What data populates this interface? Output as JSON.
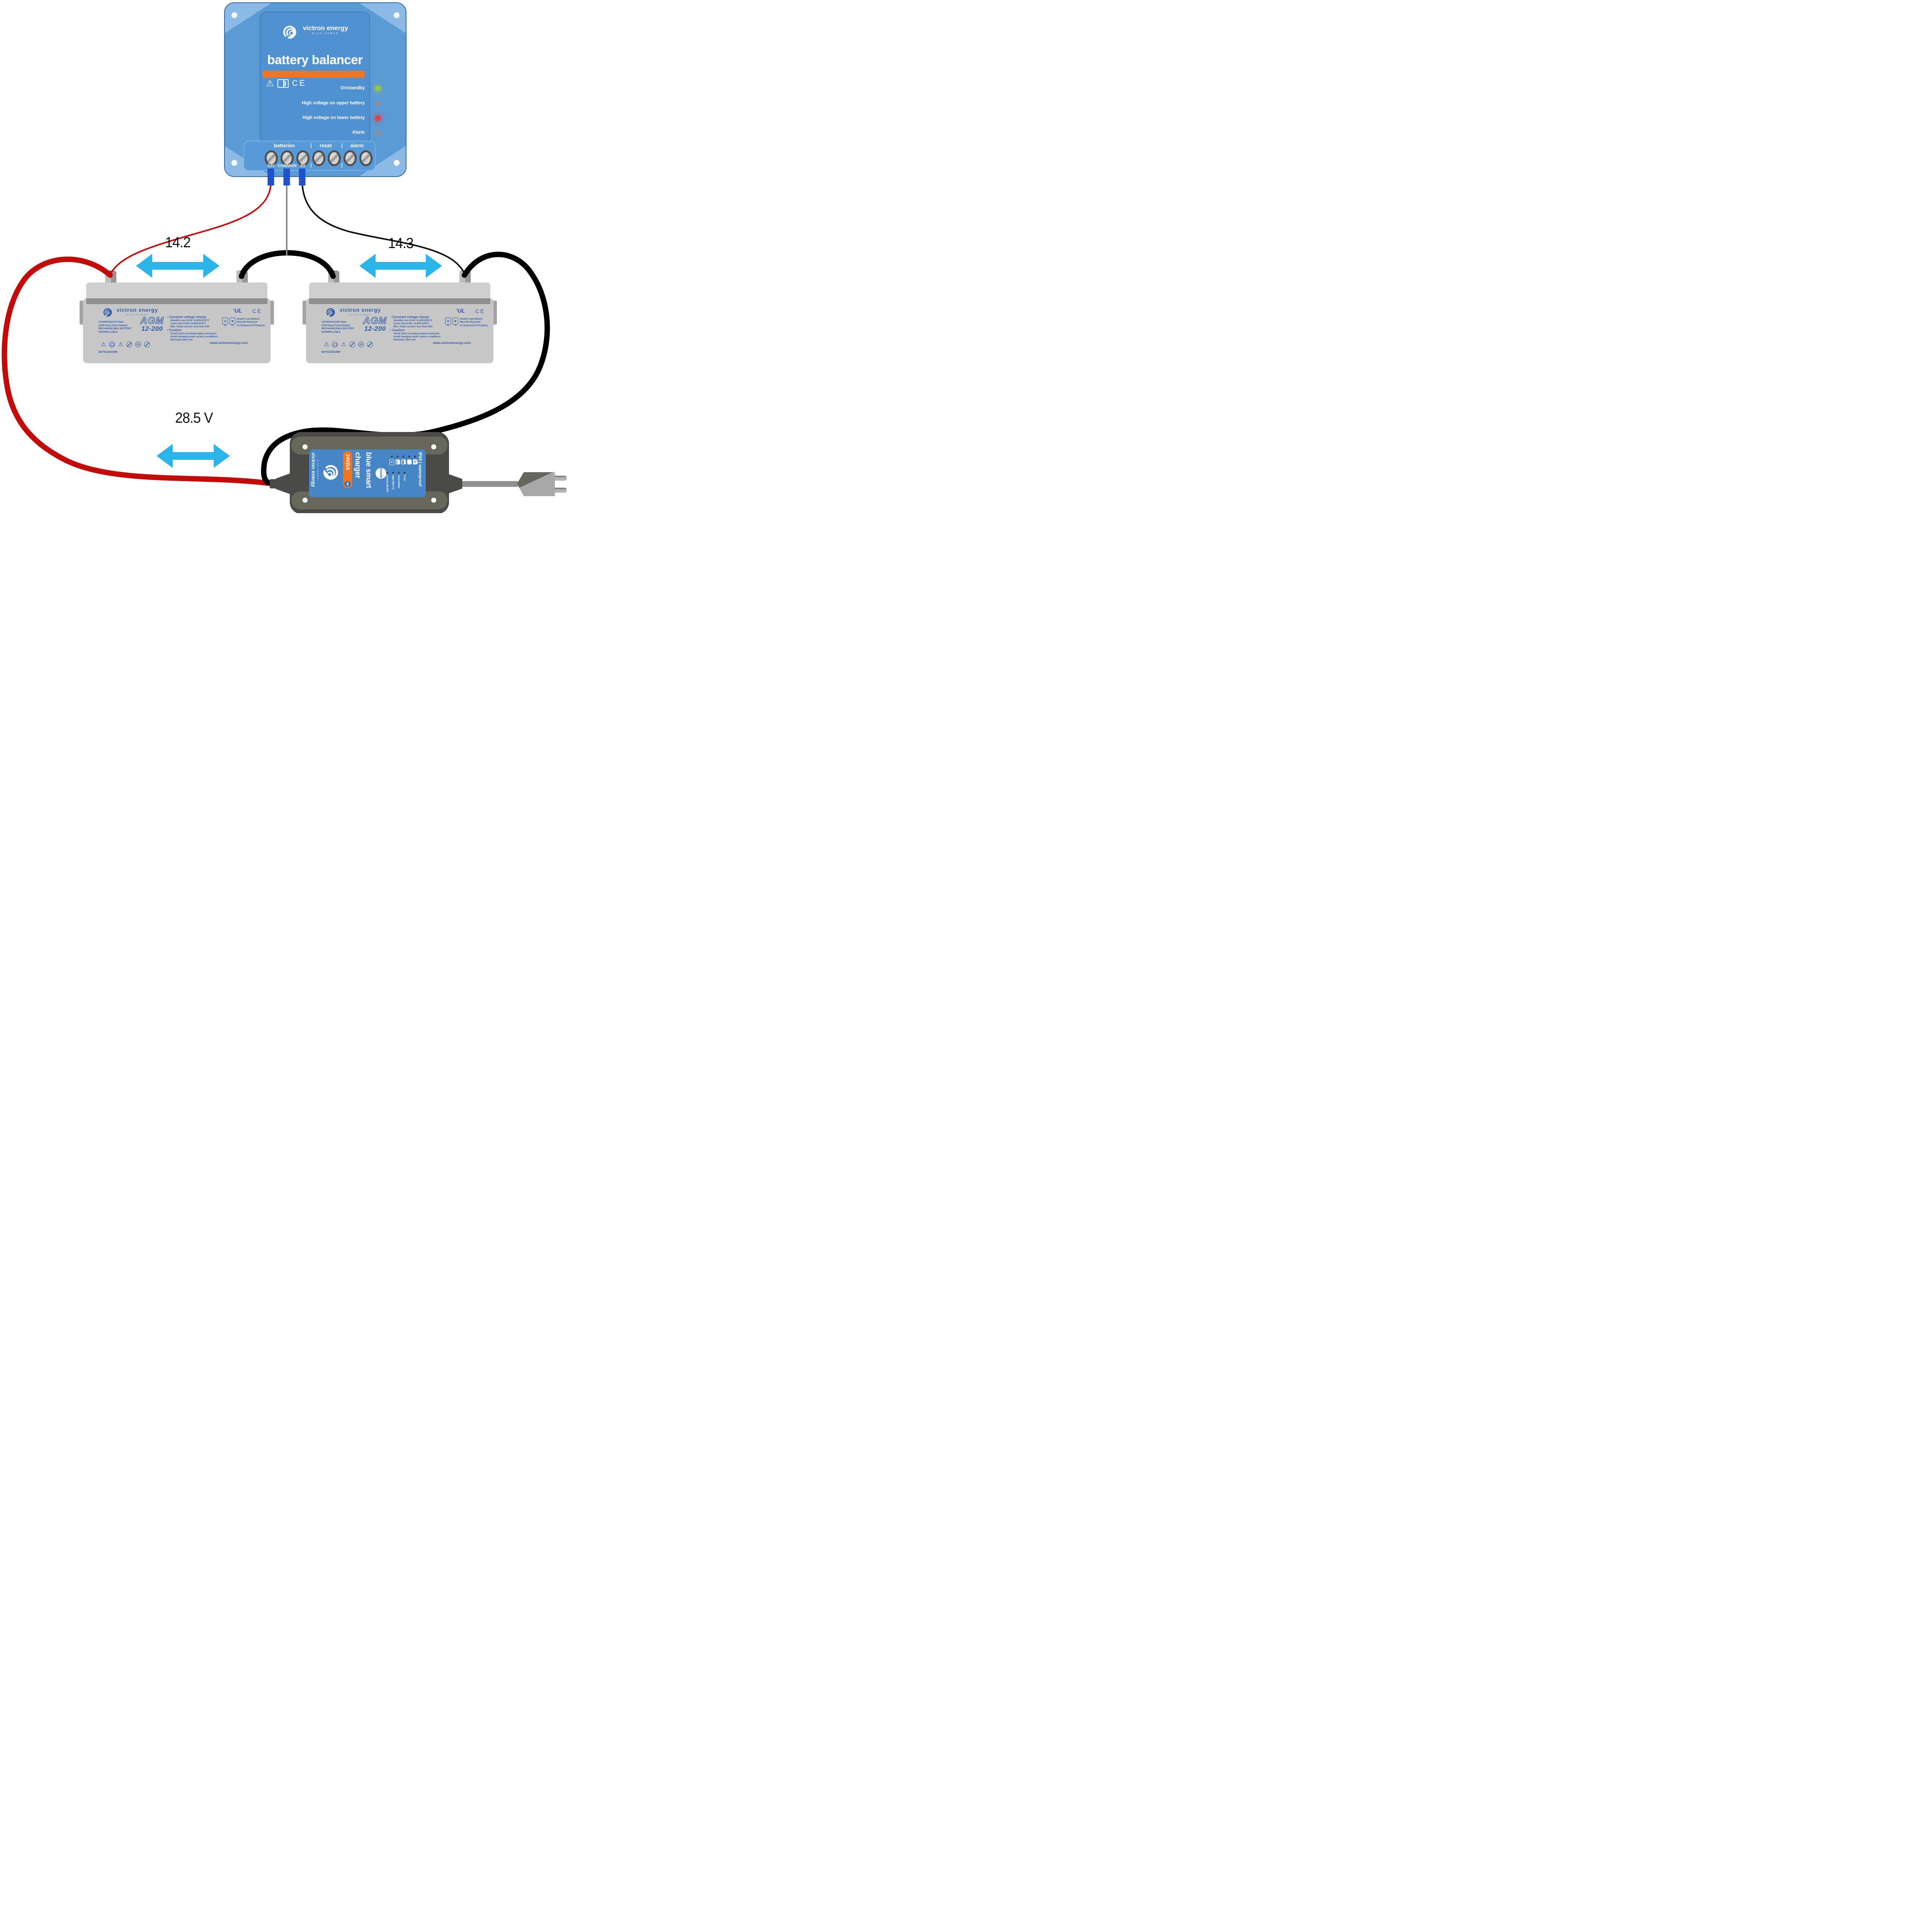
{
  "measurements": {
    "left_battery_voltage": "14.2",
    "right_battery_voltage": "14.3",
    "charger_voltage": "28.5 V"
  },
  "balancer": {
    "brand": "victron energy",
    "brand_sub": "BLUE POWER",
    "title": "battery balancer",
    "ce_mark": "CE",
    "leds": [
      {
        "label": "On/standby",
        "state": "green"
      },
      {
        "label": "High voltage on upper battery",
        "state": "off"
      },
      {
        "label": "High voltage on lower battery",
        "state": "red"
      },
      {
        "label": "Alarm",
        "state": "off"
      }
    ],
    "terminal_groups": [
      {
        "label": "batteries"
      },
      {
        "label": "reset"
      },
      {
        "label": "alarm"
      }
    ],
    "pins": [
      {
        "label": "24V"
      },
      {
        "label": "COMMON"
      },
      {
        "label": "0V"
      }
    ]
  },
  "battery": {
    "brand": "victron energy",
    "brand_sub": "BLUE POWER",
    "specs": [
      "12V200AH@10h Rate",
      "AGM Deep Cycle Battery",
      "RECHARGEABLE BATTERY",
      "NONSPILLABLE"
    ],
    "model": "AGM",
    "model_number": "12-200",
    "charge_title": "• Constant voltage charge",
    "charge_lines": [
      "Standby use:13.50~13.80V@25°C",
      "Cycle   use:14.50~14.90V@25°C",
      "Max. initial current: less than 60A"
    ],
    "caution_title": "• Caution:",
    "caution_lines": [
      "Avoid short-circuiting battery terminals",
      "Avoid charging under airless conditions",
      "Recharge  after use"
    ],
    "recycle_lines": [
      "Sealed Lead Battery",
      "Must Be Recycled",
      "Or Disposed Of Properly"
    ],
    "pb_label": "Pb",
    "url": "www.victronenergy.com",
    "serial": "BAT412201080",
    "ul_mark": "UL",
    "ce_mark": "CE"
  },
  "charger": {
    "brand": "victron energy",
    "brand_sub": "BLUE POWER",
    "rating": "24V|5A",
    "headline_line1": "blue smart",
    "headline_line2": "charger",
    "mode_button": "mode",
    "mode_options": [
      {
        "label": "normal [28,8V]"
      },
      {
        "label": "high [29,4 V]"
      },
      {
        "label": "recondition"
      },
      {
        "label": "li-ion"
      }
    ],
    "ip_rating": "IP65 | waterproof"
  },
  "colors": {
    "balancer_blue": "#5b9bd5",
    "accent_orange": "#ee7623",
    "arrow_cyan": "#2ab4ea",
    "wire_red": "#c30b0b",
    "wire_black": "#000000",
    "wire_gray": "#8a8a8a",
    "battery_text_blue": "#2b5aa8",
    "charger_panel_blue": "#4686c6",
    "charger_body_gray": "#4a4a46",
    "led_green": "#97c93d",
    "led_red": "#ea3d3a"
  }
}
